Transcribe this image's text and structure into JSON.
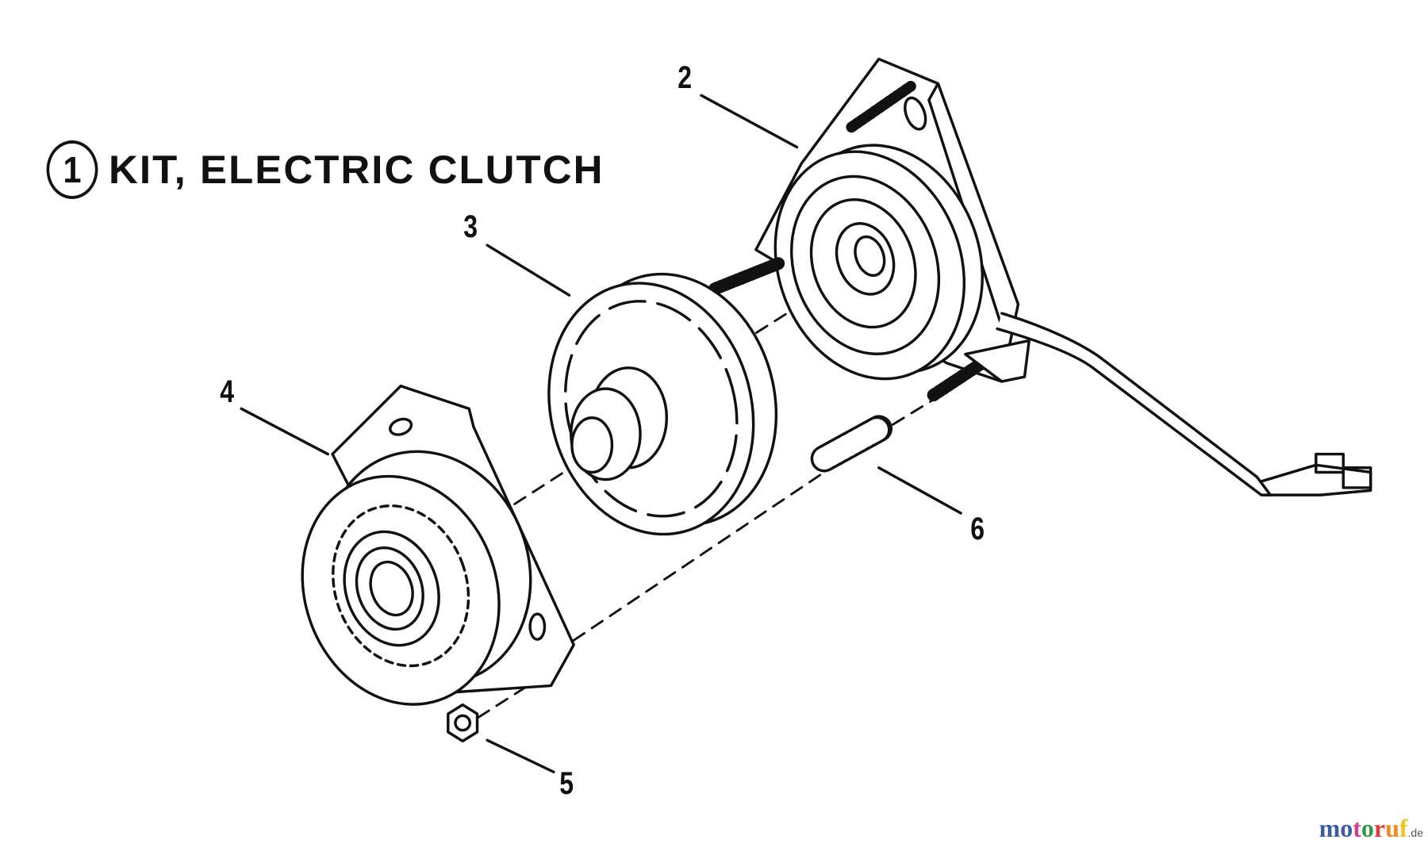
{
  "title": {
    "number": "1",
    "text": "KIT, ELECTRIC CLUTCH"
  },
  "callouts": [
    {
      "number": "2",
      "part": "field-coil"
    },
    {
      "number": "3",
      "part": "armature"
    },
    {
      "number": "4",
      "part": "pulley-brake"
    },
    {
      "number": "5",
      "part": "nut"
    },
    {
      "number": "6",
      "part": "spring"
    }
  ],
  "watermark": {
    "letters": [
      "m",
      "o",
      "t",
      "o",
      "r",
      "u",
      "f"
    ],
    "colors": [
      "#3c5aa6",
      "#3c5aa6",
      "#d83c8c",
      "#2e9a4a",
      "#e23a3a",
      "#f08a1c",
      "#f2c21a"
    ],
    "suffix": ".de"
  }
}
